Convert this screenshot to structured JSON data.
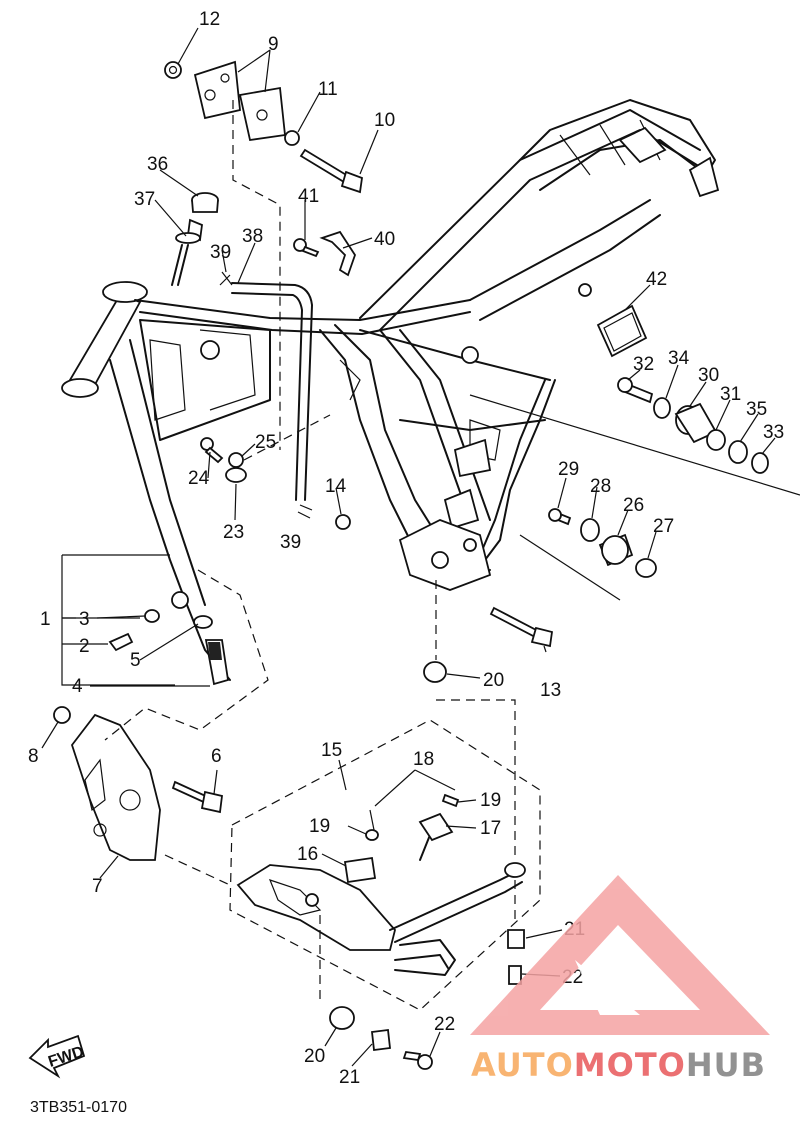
{
  "diagram": {
    "code": "3TB351-0170",
    "fwd_label": "FWD",
    "callouts": [
      {
        "key": "c12",
        "text": "12"
      },
      {
        "key": "c9",
        "text": "9"
      },
      {
        "key": "c11",
        "text": "11"
      },
      {
        "key": "c10",
        "text": "10"
      },
      {
        "key": "c36",
        "text": "36"
      },
      {
        "key": "c37",
        "text": "37"
      },
      {
        "key": "c41",
        "text": "41"
      },
      {
        "key": "c40",
        "text": "40"
      },
      {
        "key": "c39a",
        "text": "39"
      },
      {
        "key": "c38",
        "text": "38"
      },
      {
        "key": "c42",
        "text": "42"
      },
      {
        "key": "c32",
        "text": "32"
      },
      {
        "key": "c34",
        "text": "34"
      },
      {
        "key": "c30",
        "text": "30"
      },
      {
        "key": "c31",
        "text": "31"
      },
      {
        "key": "c35",
        "text": "35"
      },
      {
        "key": "c33",
        "text": "33"
      },
      {
        "key": "c24",
        "text": "24"
      },
      {
        "key": "c25",
        "text": "25"
      },
      {
        "key": "c23",
        "text": "23"
      },
      {
        "key": "c39b",
        "text": "39"
      },
      {
        "key": "c14",
        "text": "14"
      },
      {
        "key": "c29",
        "text": "29"
      },
      {
        "key": "c28",
        "text": "28"
      },
      {
        "key": "c26",
        "text": "26"
      },
      {
        "key": "c27",
        "text": "27"
      },
      {
        "key": "c1",
        "text": "1"
      },
      {
        "key": "c3",
        "text": "3"
      },
      {
        "key": "c2",
        "text": "2"
      },
      {
        "key": "c5",
        "text": "5"
      },
      {
        "key": "c4",
        "text": "4"
      },
      {
        "key": "c13",
        "text": "13"
      },
      {
        "key": "c20a",
        "text": "20"
      },
      {
        "key": "c8",
        "text": "8"
      },
      {
        "key": "c6",
        "text": "6"
      },
      {
        "key": "c15",
        "text": "15"
      },
      {
        "key": "c18",
        "text": "18"
      },
      {
        "key": "c19a",
        "text": "19"
      },
      {
        "key": "c19b",
        "text": "19"
      },
      {
        "key": "c17",
        "text": "17"
      },
      {
        "key": "c16",
        "text": "16"
      },
      {
        "key": "c7",
        "text": "7"
      },
      {
        "key": "c21a",
        "text": "21"
      },
      {
        "key": "c22a",
        "text": "22"
      },
      {
        "key": "c20b",
        "text": "20"
      },
      {
        "key": "c21b",
        "text": "21"
      },
      {
        "key": "c22b",
        "text": "22"
      }
    ]
  },
  "watermark": {
    "word_part1": "AUTO",
    "word_part2": "MOTO",
    "word_part3": "HUB",
    "color_orange": "#f7a85a",
    "color_red": "#e8585a",
    "color_gray": "#7f7f7f"
  }
}
